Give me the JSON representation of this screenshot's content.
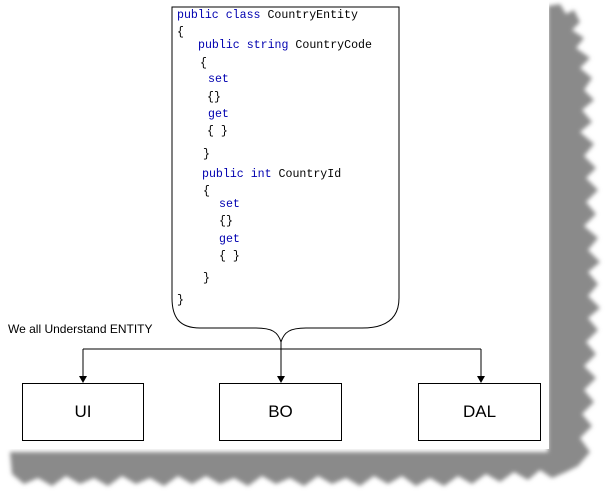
{
  "code": {
    "line1": {
      "kw": "public class",
      "rest": " CountryEntity"
    },
    "line2": "{",
    "line3": {
      "kw": "public string",
      "rest": " CountryCode"
    },
    "line4": "{",
    "line5": "set",
    "line6": "{}",
    "line7": "get",
    "line8": "{ }",
    "line9": "}",
    "line10": {
      "kw": "public int",
      "rest": " CountryId"
    },
    "line11": "{",
    "line12": "set",
    "line13": "{}",
    "line14": "get",
    "line15": "{ }",
    "line16": "}",
    "line17": "}"
  },
  "caption": "We all Understand ENTITY",
  "boxes": {
    "ui": "UI",
    "bo": "BO",
    "dal": "DAL"
  },
  "colors": {
    "keyword": "#0000b0",
    "shadow": "#7a7a7a"
  }
}
